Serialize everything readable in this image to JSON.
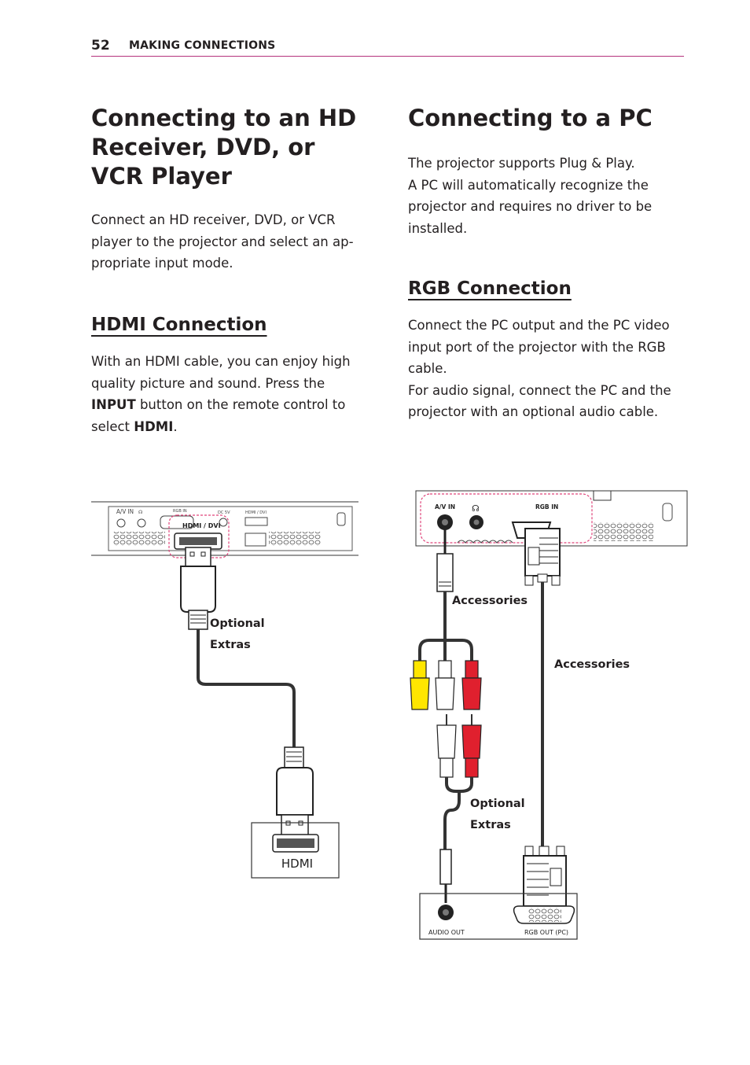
{
  "header": {
    "page_number": "52",
    "section_title": "MAKING CONNECTIONS"
  },
  "left": {
    "title": "Connecting to an HD Receiver, DVD, or VCR Player",
    "intro": "Connect an HD receiver, DVD, or VCR player to the projector and select an ap-propriate input mode.",
    "hdmi_heading": "HDMI Connection",
    "hdmi_text_1": "With an HDMI cable, you can enjoy high quality picture and sound. Press the ",
    "hdmi_input_word": "INPUT",
    "hdmi_text_2": " button on the remote control to select ",
    "hdmi_hdmi_word": "HDMI",
    "hdmi_text_3": "."
  },
  "right": {
    "title": "Connecting to a PC",
    "intro_1": "The projector supports Plug & Play.",
    "intro_2": "A PC will automatically recognize the projector and requires no driver to be installed.",
    "rgb_heading": "RGB Connection",
    "rgb_text_1": "Connect the PC output and the PC video input port of the projector with the RGB cable.",
    "rgb_text_2": "For audio signal, connect the PC and the projector with an optional audio cable."
  },
  "diagram_left": {
    "port_av": "A/V IN",
    "port_rgb": "RGB IN",
    "port_dc": "DC 5V",
    "port_hdmi": "HDMI / DVI",
    "port_hdmi_big": "HDMI / DVI",
    "optional_label_1": "Optional",
    "optional_label_2": "Extras",
    "device_port": "HDMI"
  },
  "diagram_right": {
    "port_av": "A/V IN",
    "port_rgb": "RGB IN",
    "accessories_1": "Accessories",
    "accessories_2": "Accessories",
    "optional_label_1": "Optional",
    "optional_label_2": "Extras",
    "audio_out": "AUDIO OUT",
    "rgb_out": "RGB OUT (PC)"
  },
  "colors": {
    "accent": "#b5327e",
    "dashed": "#e0457b",
    "yellow_plug": "#ffe600",
    "red_plug": "#e0202e"
  }
}
